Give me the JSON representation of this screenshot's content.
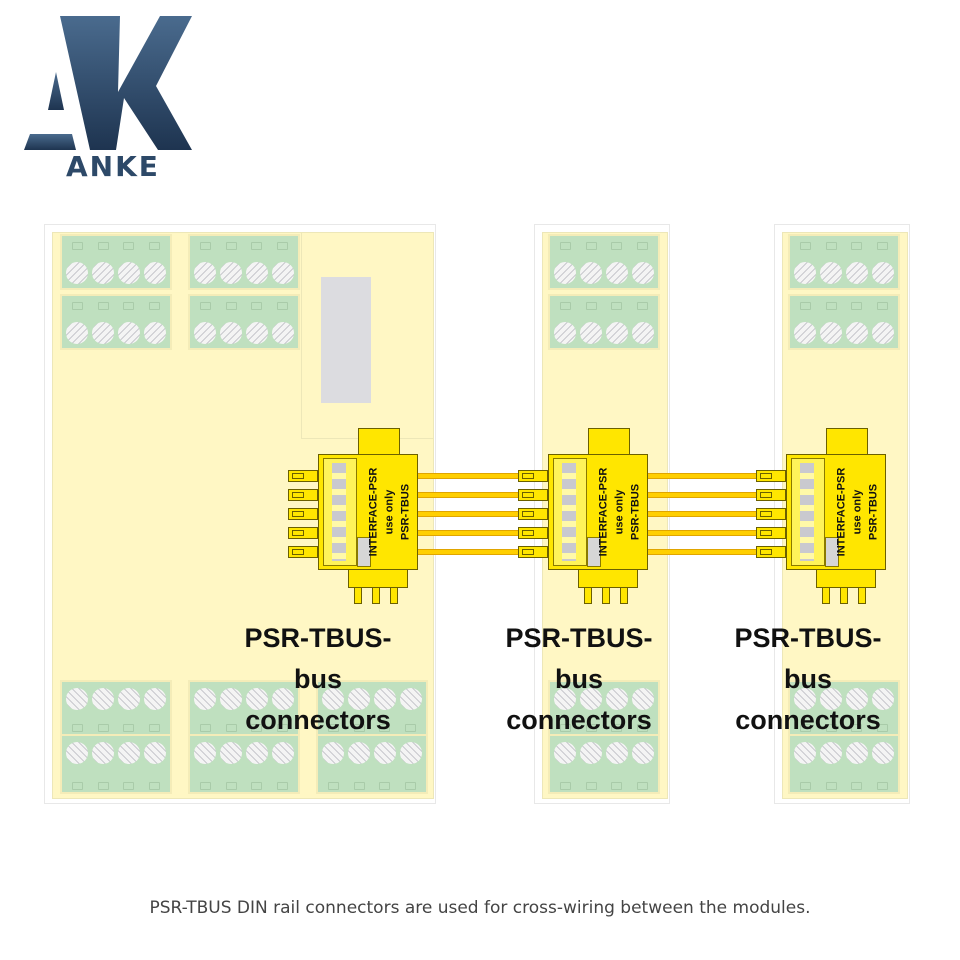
{
  "logo": {
    "monogram": "AK",
    "brand_name": "ANKE",
    "color": "#2d4968"
  },
  "diagram": {
    "modules": [
      {
        "id": "main-module",
        "terminal_blocks_top": 4,
        "terminal_blocks_bottom": 6,
        "screws_per_block": 4
      },
      {
        "id": "expansion-module-1",
        "terminal_blocks_top": 2,
        "terminal_blocks_bottom": 2,
        "screws_per_block": 4
      },
      {
        "id": "expansion-module-2",
        "terminal_blocks_top": 2,
        "terminal_blocks_bottom": 2,
        "screws_per_block": 4
      }
    ],
    "connectors": [
      {
        "label_lines": [
          "INTERFACE-PSR",
          "use only",
          "PSR-TBUS"
        ]
      },
      {
        "label_lines": [
          "INTERFACE-PSR",
          "use only",
          "PSR-TBUS"
        ]
      },
      {
        "label_lines": [
          "INTERFACE-PSR",
          "use only",
          "PSR-TBUS"
        ]
      }
    ],
    "wire_count": 5,
    "callouts": [
      {
        "lines": [
          "PSR-TBUS-",
          "bus",
          "connectors"
        ]
      },
      {
        "lines": [
          "PSR-TBUS-",
          "bus",
          "connectors"
        ]
      },
      {
        "lines": [
          "PSR-TBUS-",
          "bus",
          "connectors"
        ]
      }
    ],
    "colors": {
      "module_body": "#fff7c4",
      "terminal_block": "#bfe0bf",
      "connector": "#ffe600",
      "wire": "#ffcf00"
    }
  },
  "caption": "PSR-TBUS DIN rail connectors are used for cross-wiring between the modules."
}
